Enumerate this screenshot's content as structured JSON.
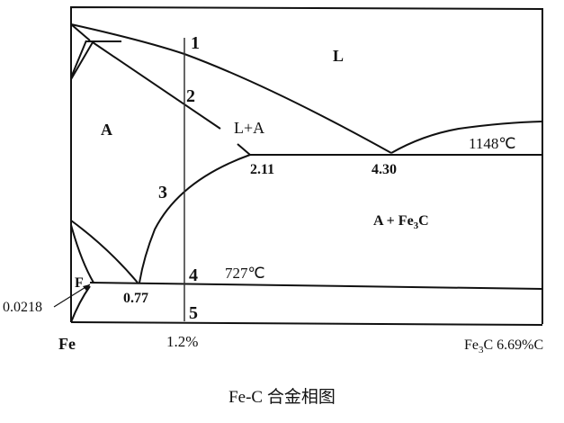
{
  "title": "Fe-C 合金相图",
  "axis": {
    "left": "Fe",
    "right_prefix": "Fe",
    "right_sub": "3",
    "right_suffix": "C 6.69%C",
    "alloy_mark": "1.2%"
  },
  "regions": {
    "liquid": "L",
    "austenite": "A",
    "liquid_austenite": "L+A",
    "ferrite": "F",
    "a_cementite_prefix": "A + Fe",
    "a_cementite_sub": "3",
    "a_cementite_suffix": "C"
  },
  "points": {
    "p1": "1",
    "p2": "2",
    "p3": "3",
    "p4": "4",
    "p5": "5"
  },
  "values": {
    "eutectic_c": "4.30",
    "max_c_austenite": "2.11",
    "eutectoid_c": "0.77",
    "ferrite_c": "0.0218",
    "eutectic_temp": "1148℃",
    "eutectoid_temp": "727℃"
  }
}
